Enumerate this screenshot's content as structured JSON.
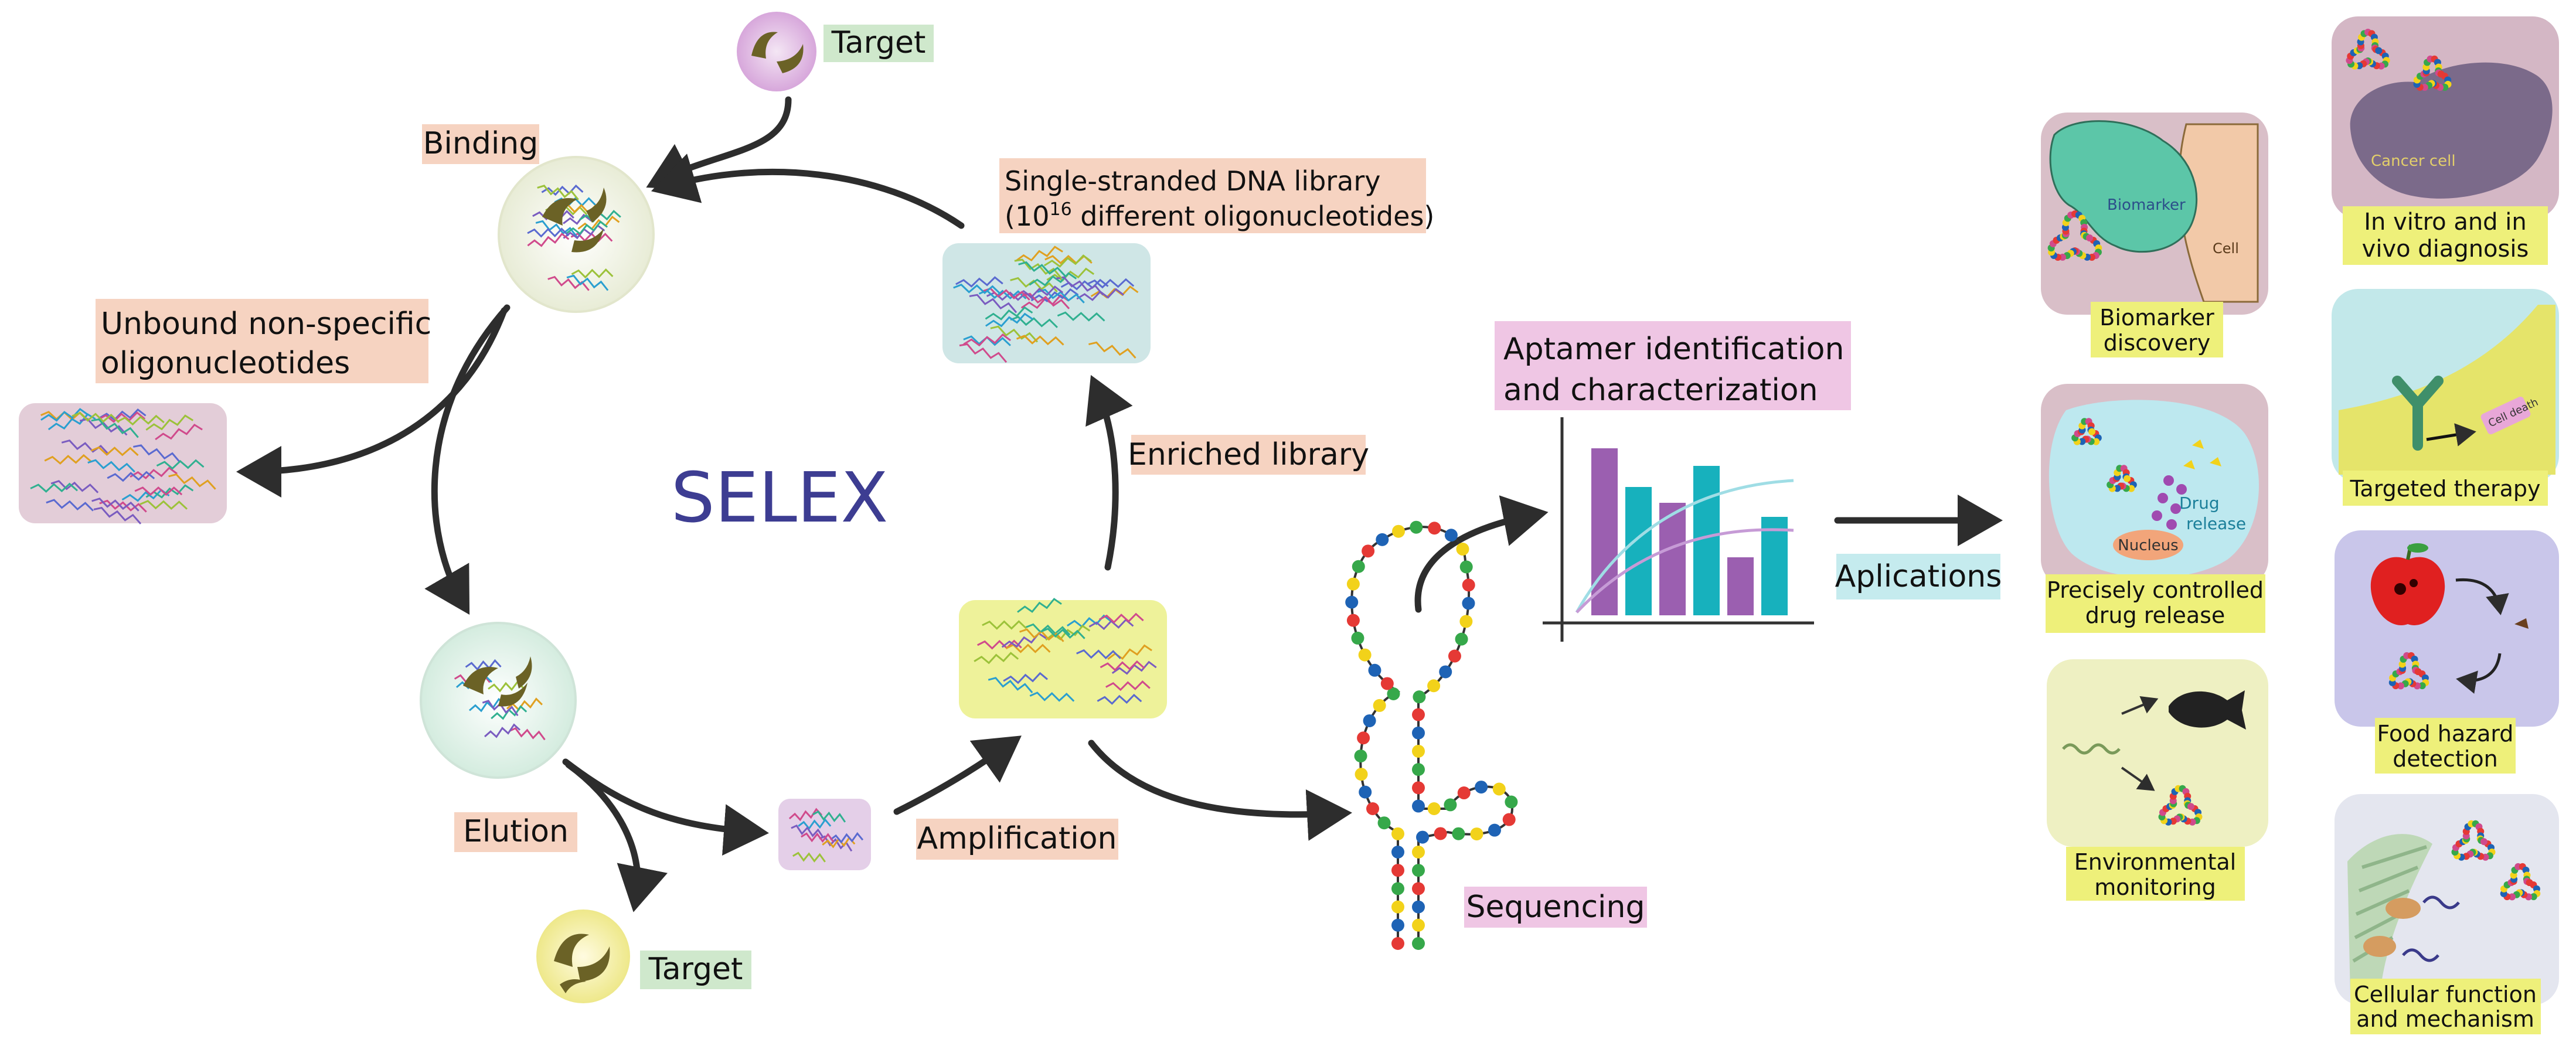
{
  "title": "SELEX",
  "labels": {
    "target_top": "Target",
    "binding": "Binding",
    "library_line1": "Single-stranded DNA library",
    "library_line2_pre": "(10",
    "library_line2_sup": "16",
    "library_line2_post": " different oligonucleotides)",
    "unbound_line1": "Unbound non-specific",
    "unbound_line2": "oligonucleotides",
    "enriched": "Enriched library",
    "elution": "Elution",
    "amplification": "Amplification",
    "target_bottom": "Target",
    "sequencing": "Sequencing",
    "aptamer_line1": "Aptamer identification",
    "aptamer_line2": "and characterization",
    "applications": "Aplications"
  },
  "applications": {
    "biomarker": {
      "caption1": "Biomarker",
      "caption2": "discovery",
      "inner_label": "Biomarker",
      "cell_label": "Cell"
    },
    "diagnosis": {
      "caption1": "In vitro and in",
      "caption2": "vivo diagnosis",
      "inner_label": "Cancer cell"
    },
    "drug": {
      "caption1": "Precisely controlled",
      "caption2": "drug release",
      "drug_label1": "Drug",
      "drug_label2": "release",
      "nucleus_label": "Nucleus"
    },
    "therapy": {
      "caption1": "Targeted therapy",
      "inner_label": "Cell death"
    },
    "environment": {
      "caption1": "Environmental",
      "caption2": "monitoring"
    },
    "food": {
      "caption1": "Food hazard",
      "caption2": "detection"
    },
    "cellular": {
      "caption1": "Cellular function",
      "caption2": "and mechanism"
    }
  },
  "chart_data": {
    "type": "bar",
    "values": [
      95,
      73,
      64,
      85,
      33,
      56
    ],
    "colors": [
      "#9b5fb0",
      "#17b1bd",
      "#9b5fb0",
      "#17b1bd",
      "#9b5fb0",
      "#17b1bd"
    ]
  },
  "colors": {
    "selex": "#3d3d92",
    "label_salmon": "#f6d3c1",
    "label_green": "#cfe8cc",
    "label_pink": "#efc6e4",
    "label_cyan": "#c5ebee",
    "label_yellow": "#eef07a",
    "arrow": "#2d2d2d"
  }
}
